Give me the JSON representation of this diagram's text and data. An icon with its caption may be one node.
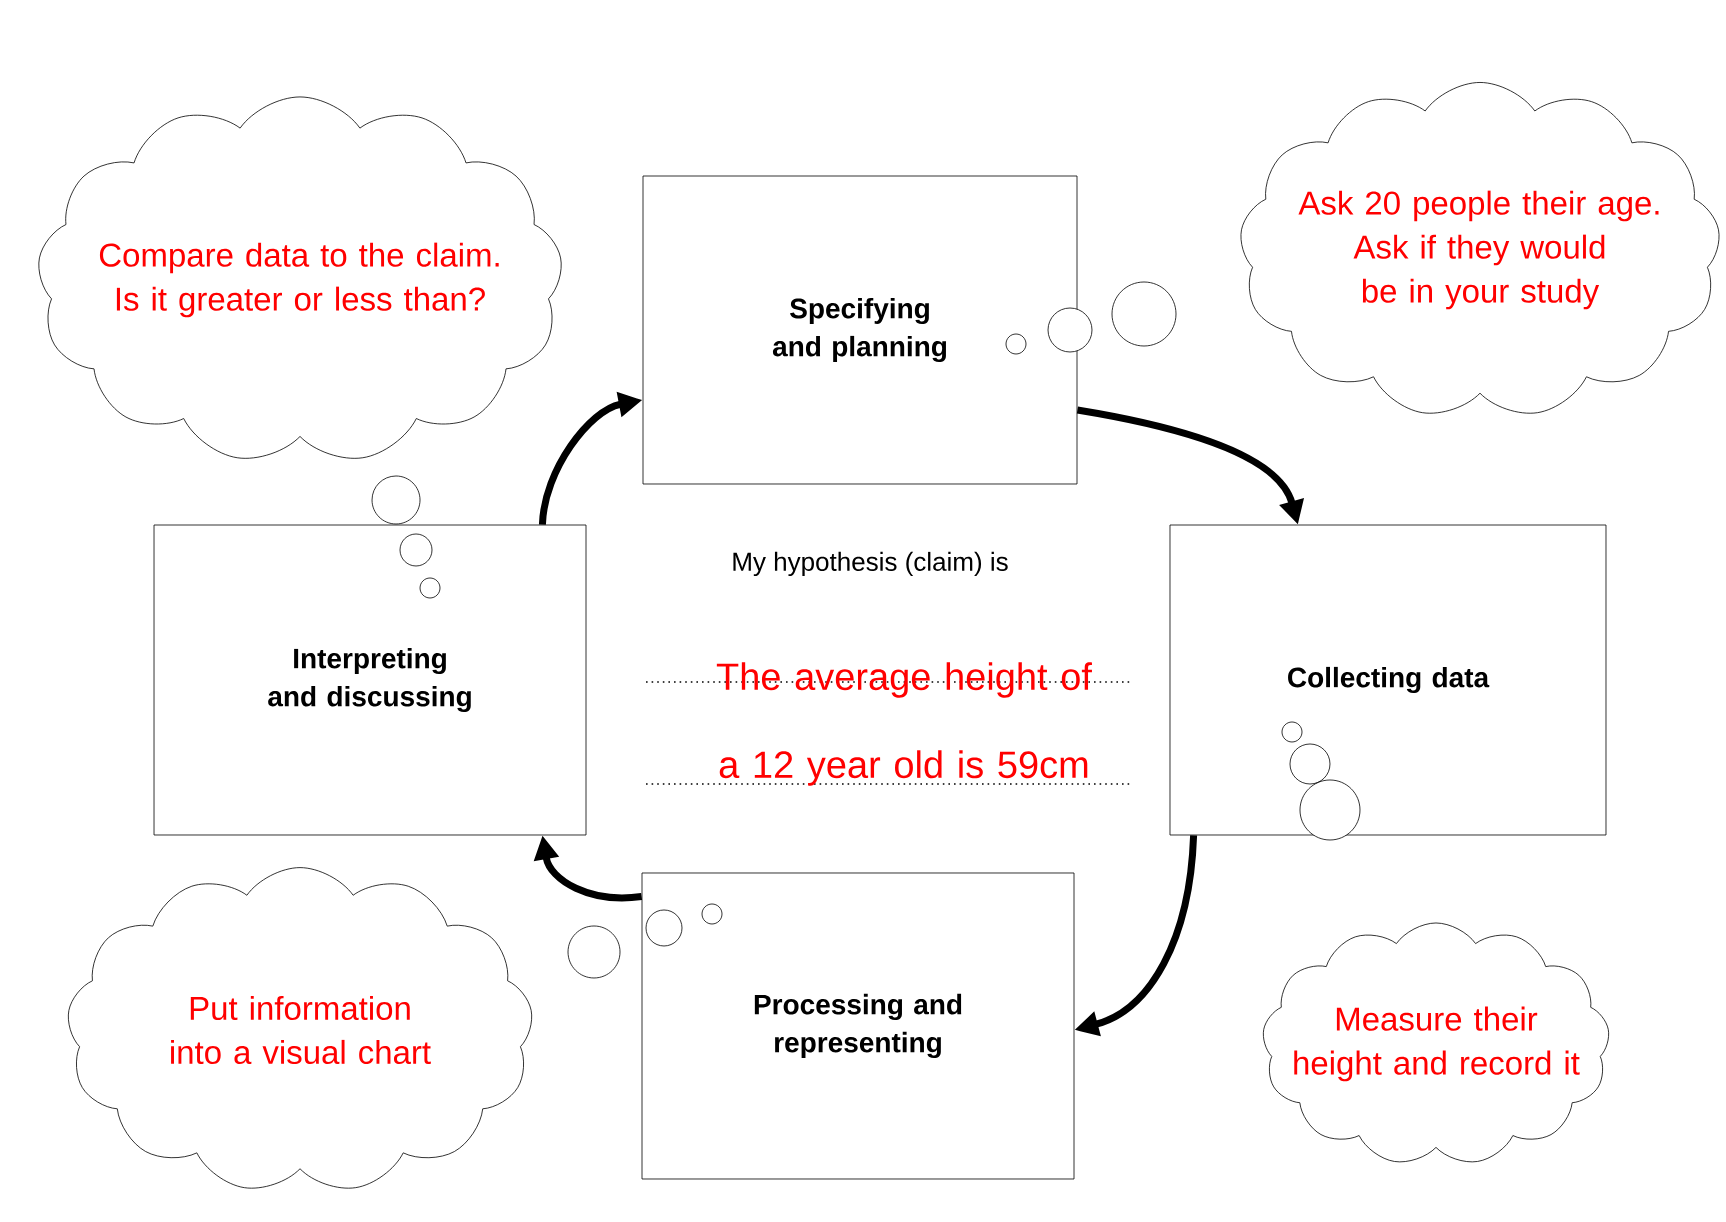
{
  "diagram": {
    "nodes": [
      {
        "text": [
          "Compare data to the claim. Is it greater or less than?"
        ]
      },
      {
        "text": [
          "Specifying and planning"
        ]
      },
      {
        "text": [
          "Ask 20 people their age. Ask if they would be in your study"
        ]
      },
      {
        "text": [
          "Interpreting and discussing"
        ]
      },
      {
        "text": [
          "Collecting data"
        ]
      },
      {
        "text": [
          "Put information into a visual chart"
        ]
      },
      {
        "text": [
          "Processing and representing"
        ]
      },
      {
        "text": [
          "Measure their height and record it"
        ]
      }
    ],
    "edges": [
      {
        "from": 1,
        "to": 4,
        "arrow": "to"
      },
      {
        "from": 4,
        "to": 6,
        "arrow": "to"
      },
      {
        "from": 6,
        "to": 3,
        "arrow": "to"
      },
      {
        "from": 3,
        "to": 1,
        "arrow": "to"
      }
    ],
    "labels": [
      "My hypothesis (claim) is",
      "The average height of a 12 year old is 59cm"
    ]
  }
}
